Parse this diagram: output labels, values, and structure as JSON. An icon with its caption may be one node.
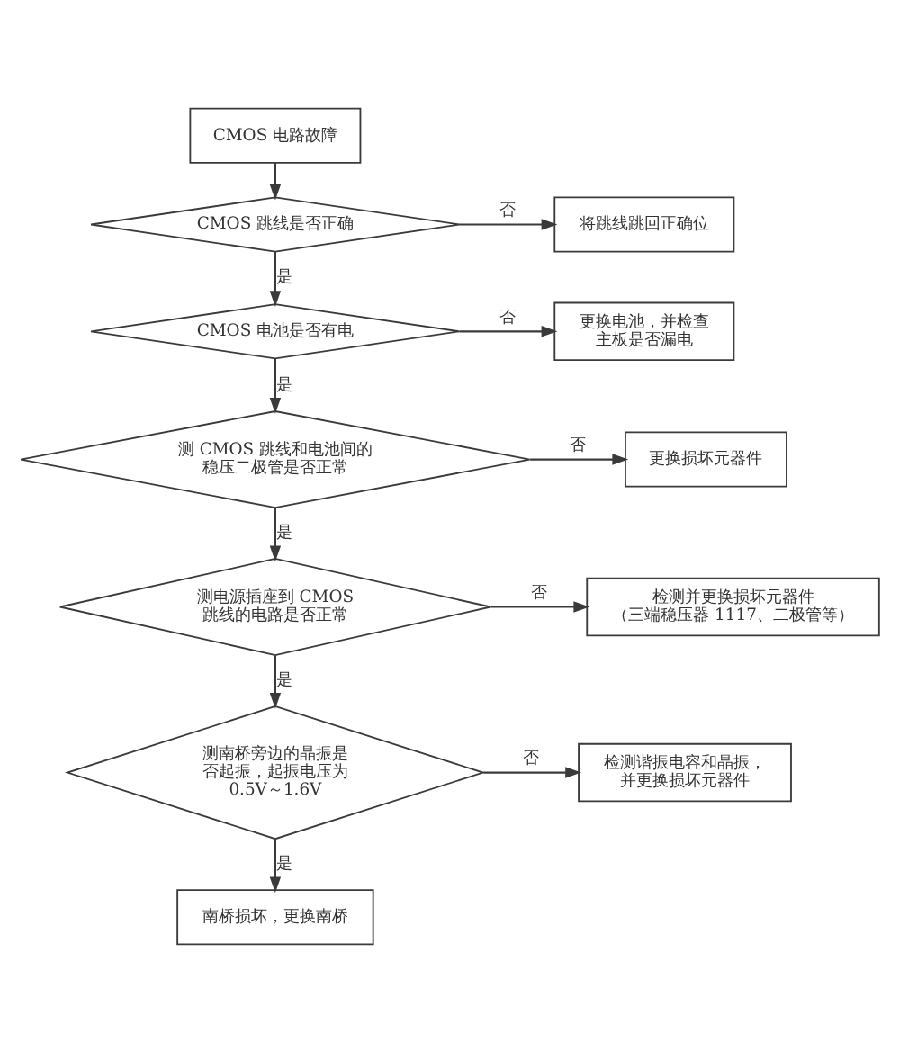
{
  "diagram": {
    "nodes": [
      {
        "text": [
          "CMOS 电路故障"
        ]
      },
      {
        "text": [
          "CMOS 跳线是否正确"
        ]
      },
      {
        "text": [
          "将跳线跳回正确位"
        ]
      },
      {
        "text": [
          "CMOS 电池是否有电"
        ]
      },
      {
        "text": [
          "更换电池，并检查主板是否漏电"
        ]
      },
      {
        "text": [
          "测 CMOS 跳线和电池间的稳压二极管是否正常"
        ]
      },
      {
        "text": [
          "更换损坏元器件"
        ]
      },
      {
        "text": [
          "测电源插座到 CMOS 跳线的电路是否正常"
        ]
      },
      {
        "text": [
          "检测并更换损坏元器件（三端稳压器 1117、二极管等）"
        ]
      },
      {
        "text": [
          "测南桥旁边的晶振是否起振，起振电压为 0.5V～1.6V"
        ]
      },
      {
        "text": [
          "检测谐振电容和晶振，并更换损坏元器件"
        ]
      },
      {
        "text": [
          "南桥损坏，更换南桥"
        ]
      }
    ],
    "edges": [
      {
        "from": 0,
        "to": 1,
        "arrow": "to"
      },
      {
        "from": 1,
        "to": 2,
        "arrow": "to",
        "label": "否"
      },
      {
        "from": 1,
        "to": 3,
        "arrow": "to",
        "label": "是"
      },
      {
        "from": 3,
        "to": 4,
        "arrow": "to",
        "label": "否"
      },
      {
        "from": 3,
        "to": 5,
        "arrow": "to",
        "label": "是"
      },
      {
        "from": 5,
        "to": 6,
        "arrow": "to",
        "label": "否"
      },
      {
        "from": 5,
        "to": 7,
        "arrow": "to",
        "label": "是"
      },
      {
        "from": 7,
        "to": 8,
        "arrow": "to",
        "label": "否"
      },
      {
        "from": 7,
        "to": 9,
        "arrow": "to",
        "label": "是"
      },
      {
        "from": 9,
        "to": 10,
        "arrow": "to",
        "label": "否"
      },
      {
        "from": 9,
        "to": 11,
        "arrow": "to",
        "label": "是"
      }
    ]
  }
}
